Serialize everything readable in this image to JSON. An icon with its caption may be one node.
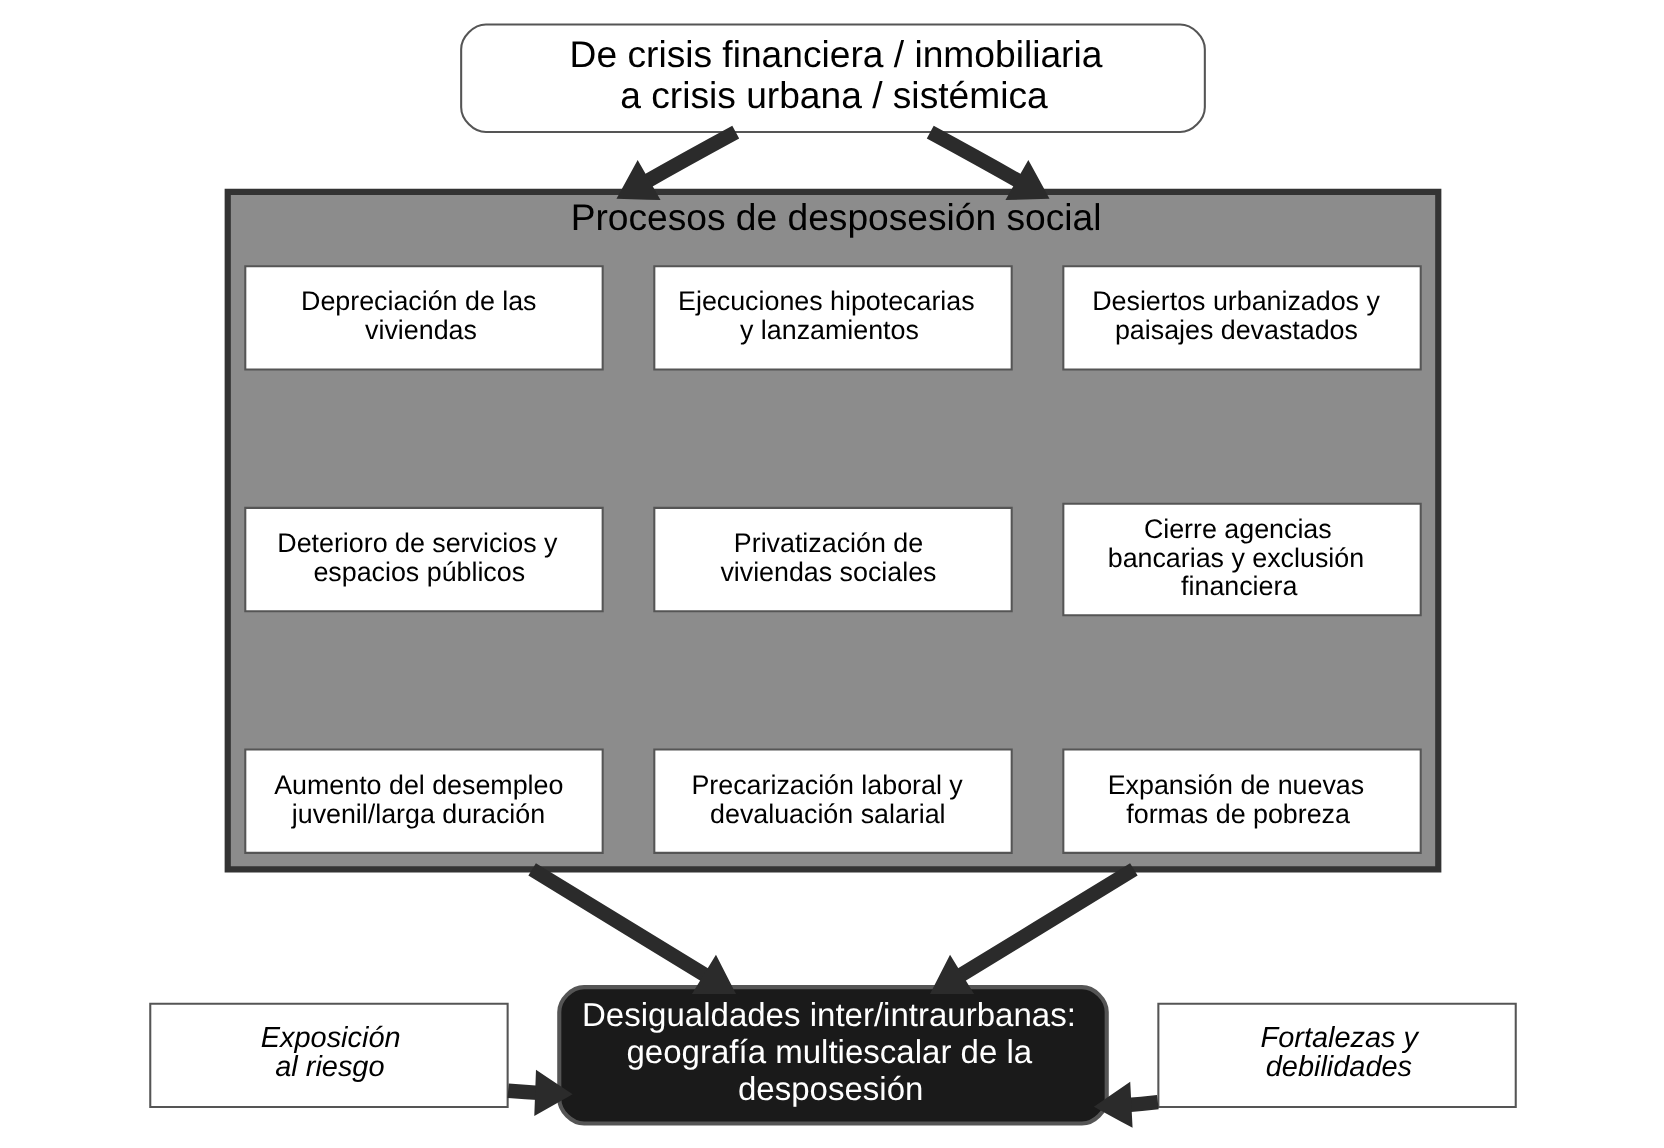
{
  "diagram": {
    "nodes": [
      {
        "text": [
          "De crisis financiera / inmobiliaria a crisis urbana / sistémica"
        ]
      },
      {
        "text": [
          "Procesos de desposesión social"
        ]
      },
      {
        "text": [
          "Depreciación de las viviendas"
        ],
        "in": 1
      },
      {
        "text": [
          "Ejecuciones hipotecarias y lanzamientos"
        ],
        "in": 1
      },
      {
        "text": [
          "Desiertos urbanizados y paisajes devastados"
        ],
        "in": 1
      },
      {
        "text": [
          "Deterioro de servicios y espacios públicos"
        ],
        "in": 1
      },
      {
        "text": [
          "Privatización de viviendas sociales"
        ],
        "in": 1
      },
      {
        "text": [
          "Cierre agencias bancarias y exclusión financiera"
        ],
        "in": 1
      },
      {
        "text": [
          "Aumento del desempleo juvenil/larga duración"
        ],
        "in": 1
      },
      {
        "text": [
          "Precarización laboral y devaluación salarial"
        ],
        "in": 1
      },
      {
        "text": [
          "Expansión de nuevas formas de pobreza"
        ],
        "in": 1
      },
      {
        "text": [
          "Desigualdades inter/intraurbanas: geografía multiescalar de la desposesión"
        ]
      },
      {
        "text": [
          "Exposición al riesgo"
        ]
      },
      {
        "text": [
          "Fortalezas y debilidades"
        ]
      }
    ],
    "edges": [
      {
        "from": 0,
        "to": 1,
        "arrow": "to"
      },
      {
        "from": 0,
        "to": 1,
        "arrow": "to"
      },
      {
        "from": 1,
        "to": 11,
        "arrow": "to"
      },
      {
        "from": 1,
        "to": 11,
        "arrow": "to"
      },
      {
        "from": 12,
        "to": 11,
        "arrow": "to"
      },
      {
        "from": 13,
        "to": 11,
        "arrow": "to"
      }
    ]
  }
}
